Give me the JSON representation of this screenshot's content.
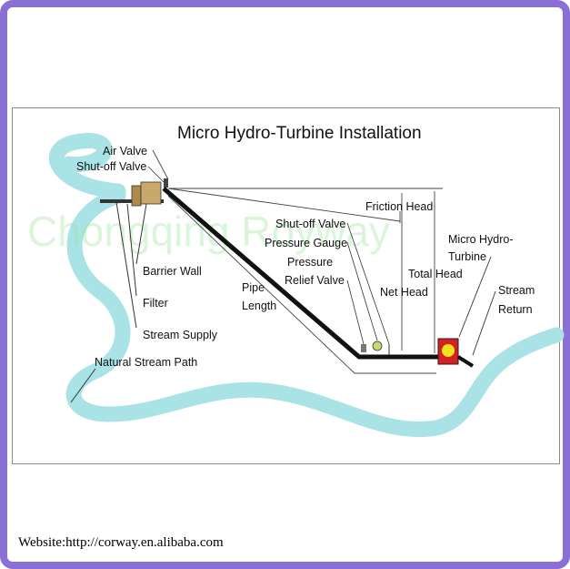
{
  "diagram": {
    "title": "Micro Hydro-Turbine Installation",
    "watermark": "Chongqing Royway",
    "labels": {
      "air_valve": "Air Valve",
      "shutoff_valve_top": "Shut-off Valve",
      "barrier_wall": "Barrier Wall",
      "filter": "Filter",
      "stream_supply": "Stream Supply",
      "natural_stream_path": "Natural Stream Path",
      "pipe": "Pipe",
      "length": "Length",
      "shutoff_valve_bottom": "Shut-off Valve",
      "pressure_gauge": "Pressure Gauge",
      "pressure": "Pressure",
      "relief_valve": "Relief Valve",
      "friction_head": "Friction Head",
      "net_head": "Net Head",
      "total_head": "Total Head",
      "micro_hydro": "Micro Hydro-",
      "turbine": "Turbine",
      "stream": "Stream",
      "return": "Return"
    },
    "colors": {
      "stream": "#a9e3e6",
      "frame": "#8a70d6",
      "turbine_body": "#d62020",
      "turbine_core": "#f2e21c",
      "pipe": "#111111"
    }
  },
  "footer": {
    "website": "Website:http://corway.en.alibaba.com"
  }
}
